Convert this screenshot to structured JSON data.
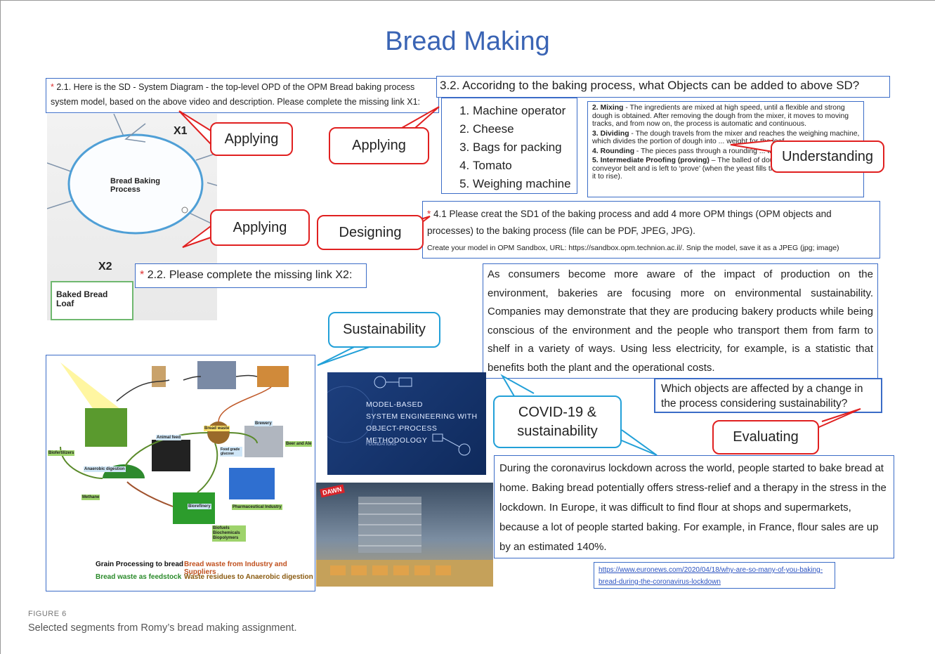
{
  "title": "Bread Making",
  "q21": {
    "marker": "*",
    "text": "2.1. Here is the SD - System Diagram - the top-level OPD of the OPM Bread baking process system model, based on the above video and description. Please  complete the missing link X1:"
  },
  "q32": {
    "text": "3.2. Accoridng to the baking process, what Objects can be added to above SD?"
  },
  "objects": [
    "Machine operator",
    "Cheese",
    "Bags for packing",
    "Tomato",
    "Weighing machine"
  ],
  "steps": [
    {
      "num": "2.",
      "name": "Mixing",
      "text": " - The ingredients are mixed at high speed, until a flexible and strong dough is obtained. After removing the dough from the mixer, it moves to moving tracks, and from now on, the process is automatic and continuous."
    },
    {
      "num": "3.",
      "name": "Dividing",
      "text": " - The dough travels from the mixer and reaches the weighing machine, which divides the portion of dough into ... weight for the loaf."
    },
    {
      "num": "4.",
      "name": "Rounding",
      "text": " - The pieces pass through a rounding ... turns the pieces into balls."
    },
    {
      "num": "5.",
      "name": "Intermediate Proofing (proving)",
      "text": " – The balled of dough passes along a conveyor belt and is left to ‘prove’ (when the yeast fills the dough with gas, causing it to rise)."
    }
  ],
  "opd": {
    "process": "Bread Baking Process",
    "x1": "X1",
    "x2": "X2",
    "object": "Baked Bread Loaf"
  },
  "q41": {
    "marker": "*",
    "text": "4.1 Please creat the SD1 of the baking process and add 4 more OPM things (OPM objects and processes) to the baking process (file can be PDF, JPEG, JPG).",
    "instruction": "Create your model in OPM Sandbox, URL: https://sandbox.opm.technion.ac.il/. Snip the model, save it as a JPEG (jpg; image)"
  },
  "q22": {
    "marker": "*",
    "text": "2.2. Please  complete the missing link X2:"
  },
  "callouts": {
    "applying1": "Applying",
    "applying2": "Applying",
    "applying3": "Applying",
    "understanding": "Understanding",
    "designing": "Designing",
    "sustainability": "Sustainability",
    "covid": "COVID-19 & sustainability",
    "evaluating": "Evaluating"
  },
  "sustainability_text": "As consumers become more aware of the impact of production on the environment, bakeries are focusing more on environmental sustainability. Companies may demonstrate that they are producing bakery products while being conscious of the environment and the people who transport them from farm to shelf in a variety of ways. Using less electricity, for example, is a statistic that benefits both the plant and the operational costs.",
  "which_question": "Which objects are affected by a change in the process considering sustainability?",
  "covid_text": "During the coronavirus lockdown across the world, people started to bake bread at home. Baking bread potentially offers stress-relief and a therapy in the stress in the lockdown. In Europe, it was difficult to find flour at shops and supermarkets, because a lot of people started baking. For example, in France, flour sales are up by an estimated 140%.",
  "link": "https://www.euronews.com/2020/04/18/why-are-so-many-of-you-baking-bread-during-the-coronavirus-lockdown",
  "cycle_labels": {
    "bread_waste": "Bread waste",
    "animal_feed": "Animal feed",
    "brewery": "Brewery",
    "beer": "Beer and Ale",
    "food_grade": "Food grade glucose",
    "biofertilizers": "Biofertilizers",
    "anaerobic": "Anaerobic digestion",
    "methane": "Methane",
    "biorefinery": "Biorefinery",
    "pharma": "Pharmaceutical Industry",
    "biofuels": "Biofuels Biochemicals Biopolymers"
  },
  "cycle_legend": {
    "grain": "Grain Processing to bread",
    "waste_industry": "Bread waste from Industry and Suppliers",
    "waste_feedstock": "Bread waste as feedstock",
    "residues": "Waste residues to Anaerobic digestion"
  },
  "book": {
    "line1": "MODEL-BASED",
    "line2": "SYSTEM ENGINEERING WITH",
    "line3": "OBJECT-PROCESS METHODOLOGY",
    "line4": "FOUNDATIONS"
  },
  "photo_logo": "DAWN",
  "figure_label": "FIGURE 6",
  "caption": "Selected segments from Romy’s bread making assignment.",
  "colors": {
    "accent": "#3a64b4",
    "callout_red": "#e02020",
    "callout_blue": "#22a0d8",
    "box_border": "#3b6cc7"
  }
}
